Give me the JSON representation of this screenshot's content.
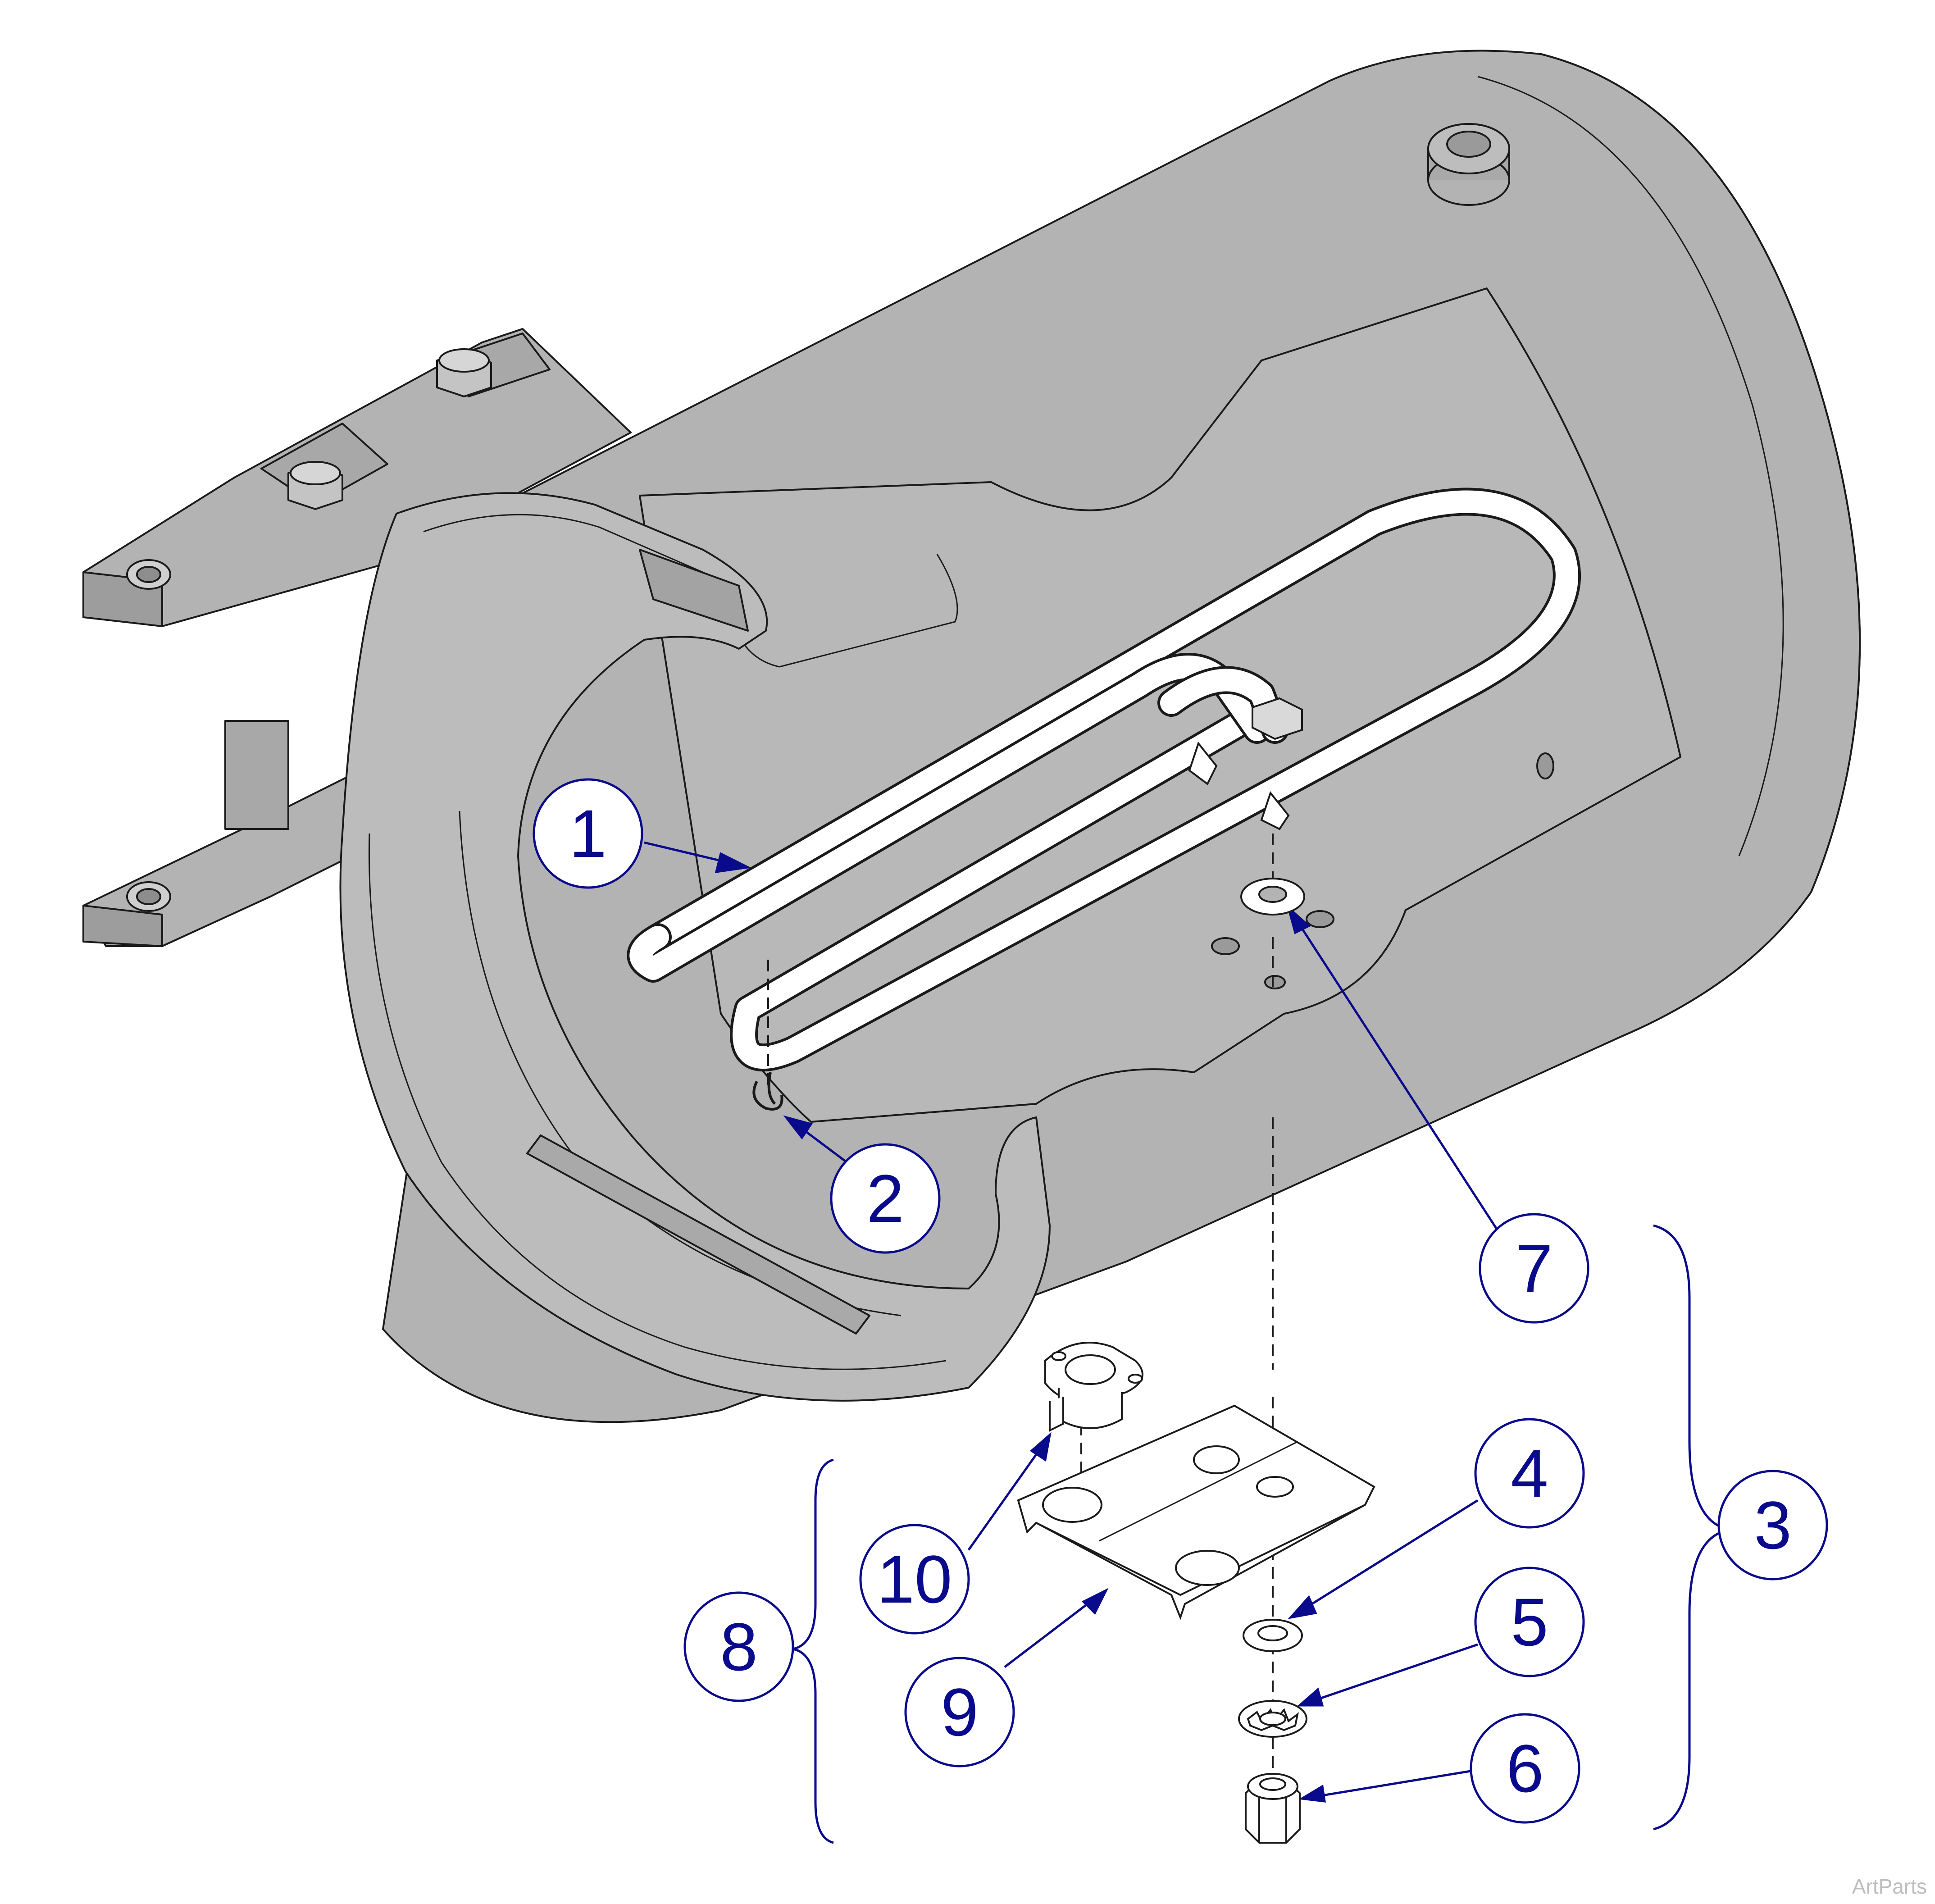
{
  "diagram": {
    "callouts": [
      {
        "id": "1",
        "label": "1"
      },
      {
        "id": "2",
        "label": "2"
      },
      {
        "id": "3",
        "label": "3"
      },
      {
        "id": "4",
        "label": "4"
      },
      {
        "id": "5",
        "label": "5"
      },
      {
        "id": "6",
        "label": "6"
      },
      {
        "id": "7",
        "label": "7"
      },
      {
        "id": "8",
        "label": "8"
      },
      {
        "id": "9",
        "label": "9"
      },
      {
        "id": "10",
        "label": "10"
      }
    ],
    "colors": {
      "callout_ink": "#0a0a8c",
      "housing": "#b3b3b3",
      "outline": "#1a1a1a",
      "element": "#ffffff"
    }
  },
  "watermark": "ArtParts"
}
